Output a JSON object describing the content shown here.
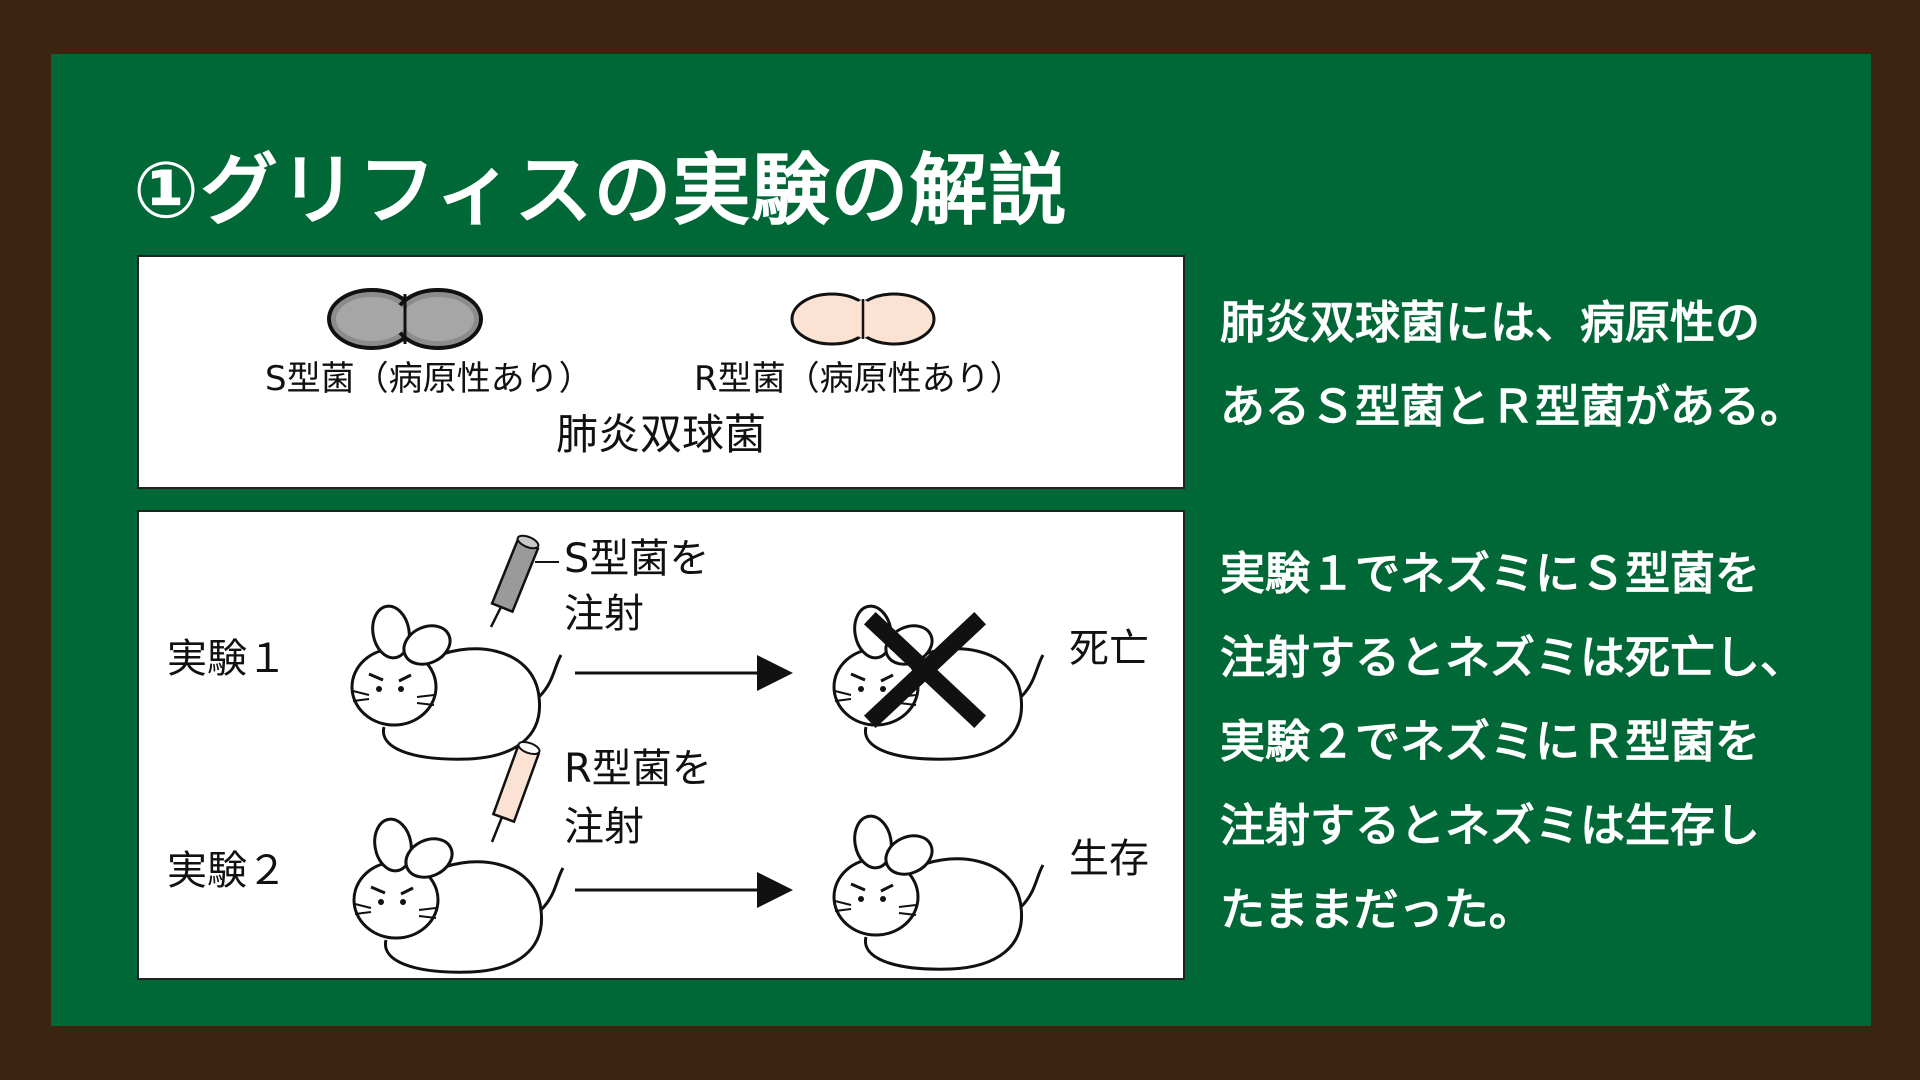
{
  "title": "①グリフィスの実験の解説",
  "panel1": {
    "s_label": "S型菌（病原性あり）",
    "r_label": "R型菌（病原性あり）",
    "caption": "肺炎双球菌",
    "colors": {
      "s_fill": "#999999",
      "r_fill": "#fbe2d2"
    }
  },
  "panel2": {
    "exp1": {
      "label": "実験１",
      "injection": [
        "S型菌を",
        "注射"
      ],
      "result": "死亡"
    },
    "exp2": {
      "label": "実験２",
      "injection": [
        "R型菌を",
        "注射"
      ],
      "result": "生存"
    }
  },
  "explanation": {
    "para1": [
      "肺炎双球菌には、病原性の",
      "あるＳ型菌とＲ型菌がある。"
    ],
    "para2": [
      "実験１でネズミにＳ型菌を",
      "注射するとネズミは死亡し、",
      "実験２でネズミにＲ型菌を",
      "注射するとネズミは生存し",
      "たままだった。"
    ]
  },
  "colors": {
    "board": "#006837",
    "frame": "#3d2411"
  }
}
